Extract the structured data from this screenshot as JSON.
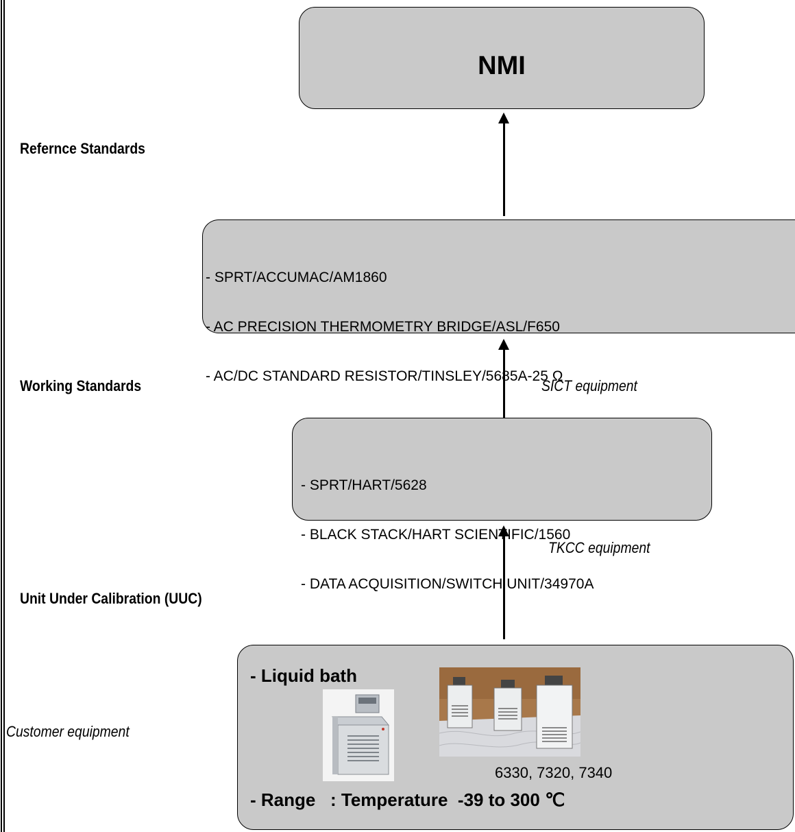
{
  "nmi_box": {
    "title": "NMI"
  },
  "levels": {
    "reference": "Refernce Standards",
    "working": "Working Standards",
    "uuc": "Unit Under Calibration (UUC)"
  },
  "reference_box": {
    "lines": [
      "- SPRT/ACCUMAC/AM1860",
      "- AC PRECISION THERMOMETRY BRIDGE/ASL/F650",
      "- AC/DC STANDARD RESISTOR/TINSLEY/5685A-25 Ω"
    ]
  },
  "working_box": {
    "lines": [
      "- SPRT/HART/5628",
      "- BLACK STACK/HART SCIENTIFIC/1560",
      "- DATA ACQUISITION/SWITCH UNIT/34970A"
    ]
  },
  "notes": {
    "sict": "SICT  equipment",
    "tkcc": "TKCC equipment",
    "customer": "Customer equipment"
  },
  "uuc_box": {
    "item": "- Liquid bath",
    "models": "6330, 7320, 7340",
    "range": "- Range   : Temperature  -39 to 300 ℃"
  },
  "icons": [
    "liquid-bath-photo",
    "bath-group-photo",
    "arrow-up-icon"
  ]
}
